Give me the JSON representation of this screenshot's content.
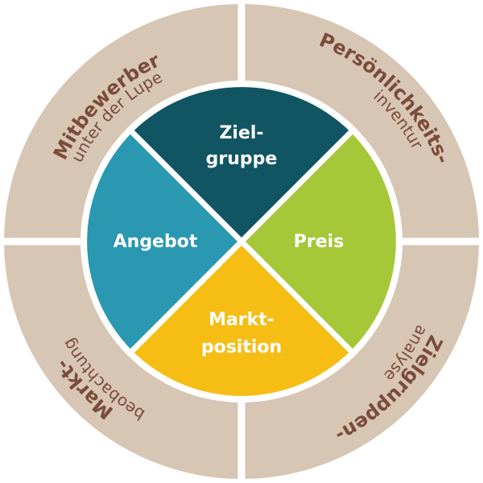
{
  "colors": {
    "ring": "#d7c6b4",
    "ring_text": "#7b4b3a",
    "zielgruppe": "#115563",
    "preis": "#a6c738",
    "marktposition": "#f6be15",
    "angebot": "#2a98b1",
    "divider": "#ffffff"
  },
  "center": {
    "top": {
      "line1": "Ziel-",
      "line2": "gruppe"
    },
    "right": {
      "label": "Preis"
    },
    "bottom": {
      "line1": "Markt-",
      "line2": "position"
    },
    "left": {
      "label": "Angebot"
    }
  },
  "ring": {
    "top_left": {
      "title": "Mitbewerber",
      "subtitle": "unter der Lupe"
    },
    "top_right": {
      "title": "Persönlichkeits-",
      "subtitle": "inventur"
    },
    "bottom_right": {
      "title": "Zielgruppen-",
      "subtitle": "analyse"
    },
    "bottom_left": {
      "title": "Markt-",
      "subtitle": "beobachtung"
    }
  }
}
